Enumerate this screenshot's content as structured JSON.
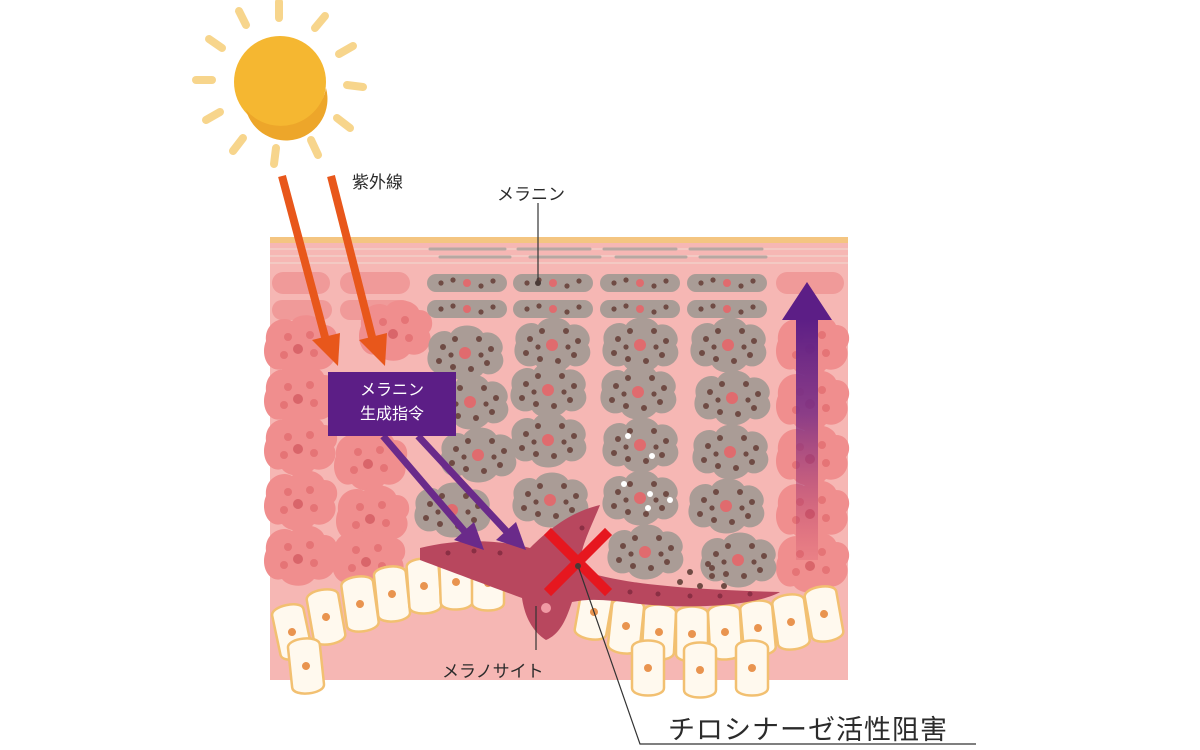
{
  "labels": {
    "uv": "紫外線",
    "melanin": "メラニン",
    "command_line1": "メラニン",
    "command_line2": "生成指令",
    "melanocyte": "メラノサイト",
    "tyrosinase": "チロシナーゼ活性阻害"
  },
  "icons": {
    "sun": "sun-icon",
    "block": "red-x-icon"
  },
  "colors": {
    "sun": "#f5b731",
    "sun_rays": "#f7d58c",
    "uv_arrow": "#e8571b",
    "command_box": "#5c1e86",
    "signal_arrow": "#6a2a8a",
    "skin": "#f6b7b4",
    "skin_cell": "#ef8f8e",
    "melanin_cell": "#a99c96",
    "melanocyte": "#b8475e",
    "block_x": "#e6171f",
    "surface": "#f4c581"
  }
}
